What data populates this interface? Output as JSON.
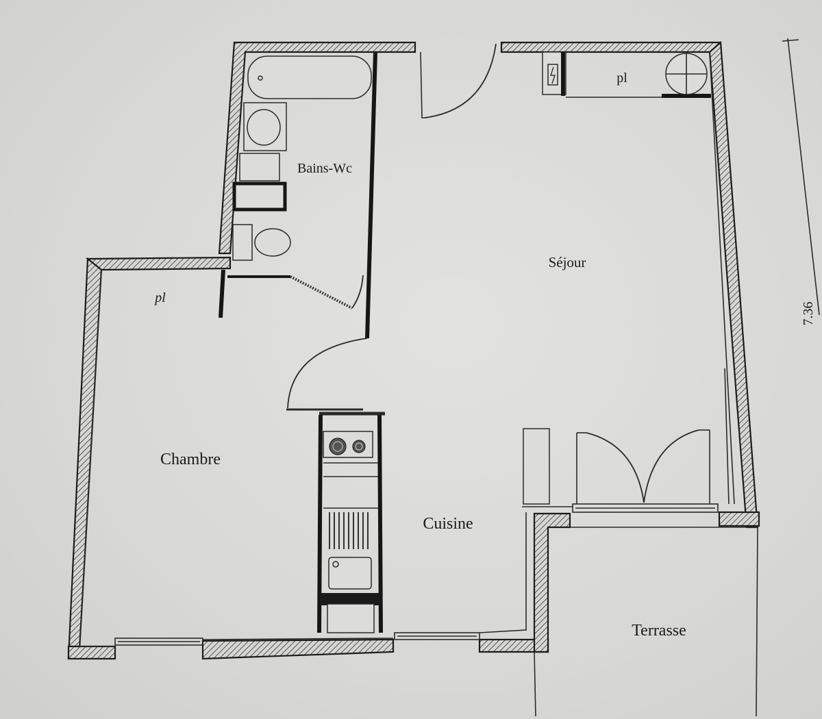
{
  "plan": {
    "rooms": {
      "bains_wc": "Bains-Wc",
      "sejour": "Séjour",
      "chambre": "Chambre",
      "cuisine": "Cuisine",
      "terrasse": "Terrasse",
      "placard_sejour": "pl",
      "placard_chambre": "pl"
    },
    "dimension": "7.36",
    "colors": {
      "paper": "#d9d9d7",
      "ink": "#1c1c1c"
    }
  }
}
